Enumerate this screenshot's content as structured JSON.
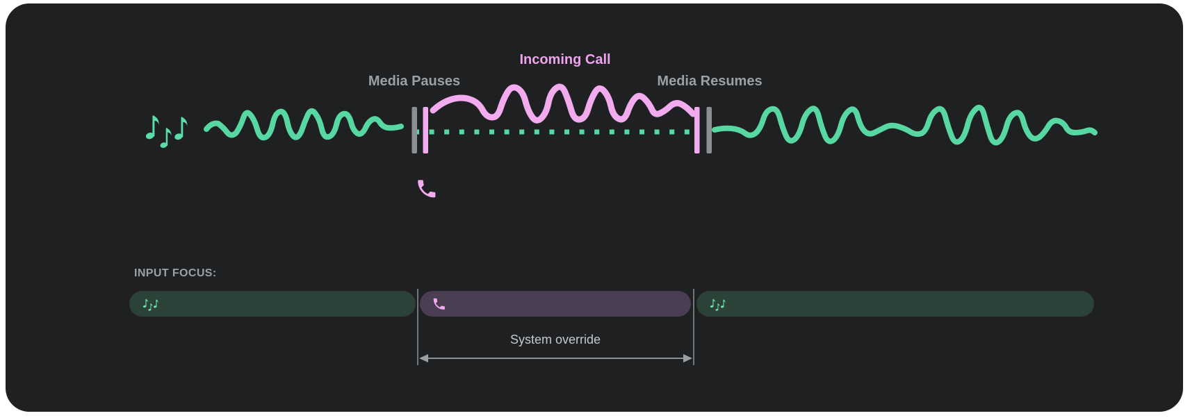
{
  "card": {
    "background": "#1f2021",
    "page_background": "#ffffff"
  },
  "timeline": {
    "media_pauses_label": "Media Pauses",
    "incoming_call_label": "Incoming Call",
    "media_resumes_label": "Media Resumes",
    "media_wave_color": "#57d7a2",
    "paused_media_dotted_color": "#57d7a2",
    "call_wave_color": "#f3abf0",
    "incoming_call_text_color": "#efa3ed",
    "label_text_color": "#9aa0a6",
    "marker_gray_color": "#8b8f93",
    "marker_pink_color": "#f3abf0",
    "icons": {
      "media": "music-notes-icon",
      "call": "phone-icon"
    }
  },
  "focus_track": {
    "heading": "INPUT FOCUS:",
    "system_override_label": "System override",
    "boundary_line_color": "#8a8d90",
    "arrow_color": "#9aa0a6",
    "segments": [
      {
        "name": "media-before-call",
        "icon": "music-notes-icon",
        "color": "#2c4137",
        "icon_color": "#6ee0b0"
      },
      {
        "name": "incoming-call-override",
        "icon": "phone-icon",
        "color": "#4b3e53",
        "icon_color": "#f3abf0"
      },
      {
        "name": "media-after-call",
        "icon": "music-notes-icon",
        "color": "#2c4137",
        "icon_color": "#6ee0b0"
      }
    ]
  }
}
